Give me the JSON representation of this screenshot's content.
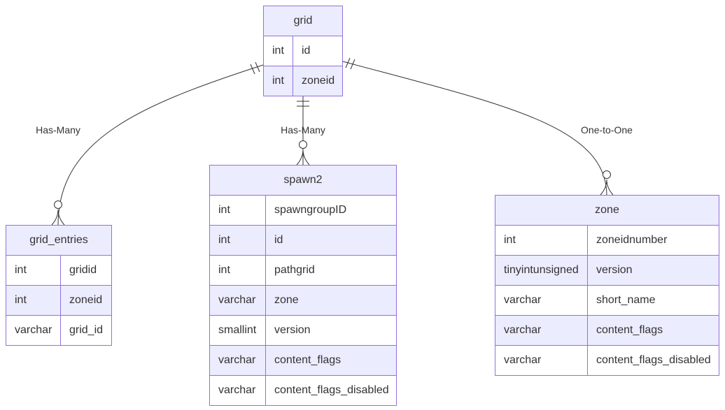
{
  "entities": [
    {
      "name": "grid",
      "attributes": [
        {
          "type": "int",
          "name": "id"
        },
        {
          "type": "int",
          "name": "zoneid"
        }
      ]
    },
    {
      "name": "grid_entries",
      "attributes": [
        {
          "type": "int",
          "name": "gridid"
        },
        {
          "type": "int",
          "name": "zoneid"
        },
        {
          "type": "varchar",
          "name": "grid_id"
        }
      ]
    },
    {
      "name": "spawn2",
      "attributes": [
        {
          "type": "int",
          "name": "spawngroupID"
        },
        {
          "type": "int",
          "name": "id"
        },
        {
          "type": "int",
          "name": "pathgrid"
        },
        {
          "type": "varchar",
          "name": "zone"
        },
        {
          "type": "smallint",
          "name": "version"
        },
        {
          "type": "varchar",
          "name": "content_flags"
        },
        {
          "type": "varchar",
          "name": "content_flags_disabled"
        }
      ]
    },
    {
      "name": "zone",
      "attributes": [
        {
          "type": "int",
          "name": "zoneidnumber"
        },
        {
          "type": "tinyintunsigned",
          "name": "version"
        },
        {
          "type": "varchar",
          "name": "short_name"
        },
        {
          "type": "varchar",
          "name": "content_flags"
        },
        {
          "type": "varchar",
          "name": "content_flags_disabled"
        }
      ]
    }
  ],
  "relationships": [
    {
      "from": "grid",
      "to": "grid_entries",
      "label": "Has-Many"
    },
    {
      "from": "grid",
      "to": "spawn2",
      "label": "Has-Many"
    },
    {
      "from": "grid",
      "to": "zone",
      "label": "One-to-One"
    }
  ],
  "colors": {
    "border": "#9370db",
    "header_fill": "#ececff",
    "line": "#333333"
  }
}
